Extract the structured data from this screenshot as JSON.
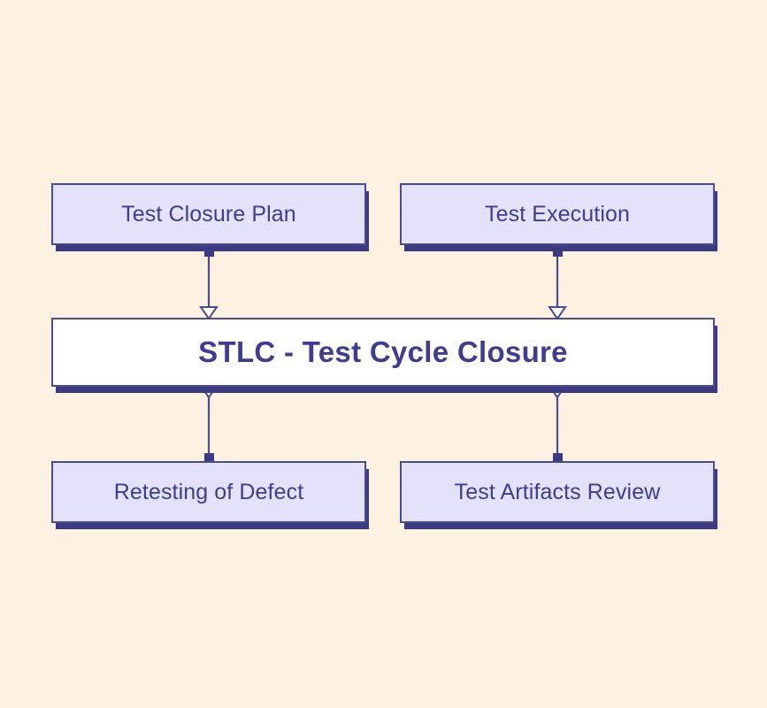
{
  "diagram": {
    "title": "STLC - Test Cycle Closure",
    "type": "hub-and-spoke",
    "background_color": "#fdf2e2",
    "accent_color": "#3c3a80",
    "node_fill_color": "#e4e1fb",
    "central_fill_color": "#ffffff",
    "text_color": "#3f3d8f",
    "central": {
      "label": "STLC - Test Cycle Closure"
    },
    "nodes": [
      {
        "id": "test-closure-plan",
        "label": "Test Closure Plan",
        "position": "top-left"
      },
      {
        "id": "test-execution",
        "label": "Test Execution",
        "position": "top-right"
      },
      {
        "id": "retesting-of-defect",
        "label": "Retesting of Defect",
        "position": "bottom-left"
      },
      {
        "id": "test-artifacts-review",
        "label": "Test Artifacts Review",
        "position": "bottom-right"
      }
    ],
    "connectors": [
      {
        "from": "test-closure-plan",
        "to": "central",
        "source_marker": "square",
        "target_marker": "hollow-triangle"
      },
      {
        "from": "test-execution",
        "to": "central",
        "source_marker": "square",
        "target_marker": "hollow-triangle"
      },
      {
        "from": "central",
        "to": "retesting-of-defect",
        "source_marker": "hollow-triangle",
        "target_marker": "square"
      },
      {
        "from": "central",
        "to": "test-artifacts-review",
        "source_marker": "hollow-triangle",
        "target_marker": "square"
      }
    ]
  }
}
